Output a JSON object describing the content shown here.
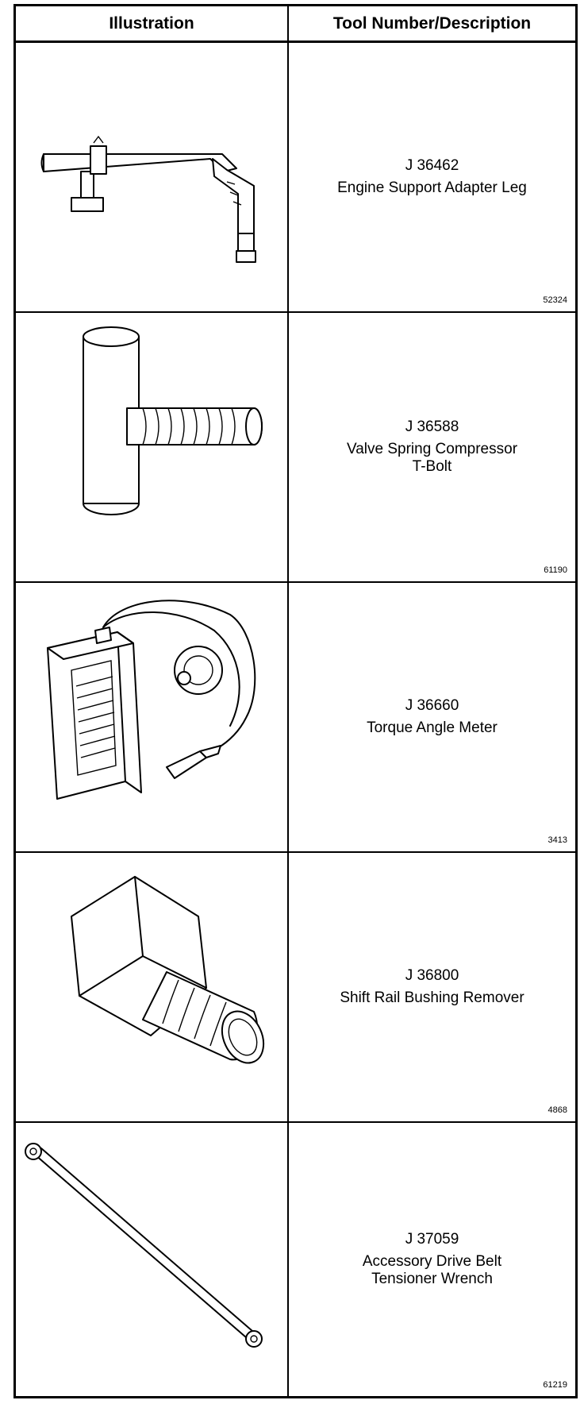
{
  "header": {
    "illustration": "Illustration",
    "tool": "Tool Number/Description"
  },
  "rows": [
    {
      "fig": "52324",
      "number": "J 36462",
      "description": "Engine Support Adapter Leg",
      "icon": "engine-support-adapter-leg-icon"
    },
    {
      "fig": "61190",
      "number": "J 36588",
      "description": "Valve Spring Compressor\nT-Bolt",
      "icon": "t-bolt-icon"
    },
    {
      "fig": "3413",
      "number": "J 36660",
      "description": "Torque Angle Meter",
      "icon": "torque-angle-meter-icon"
    },
    {
      "fig": "4868",
      "number": "J 36800",
      "description": "Shift Rail Bushing Remover",
      "icon": "bushing-remover-icon"
    },
    {
      "fig": "61219",
      "number": "J 37059",
      "description": "Accessory Drive Belt\nTensioner Wrench",
      "icon": "tensioner-wrench-icon"
    }
  ]
}
